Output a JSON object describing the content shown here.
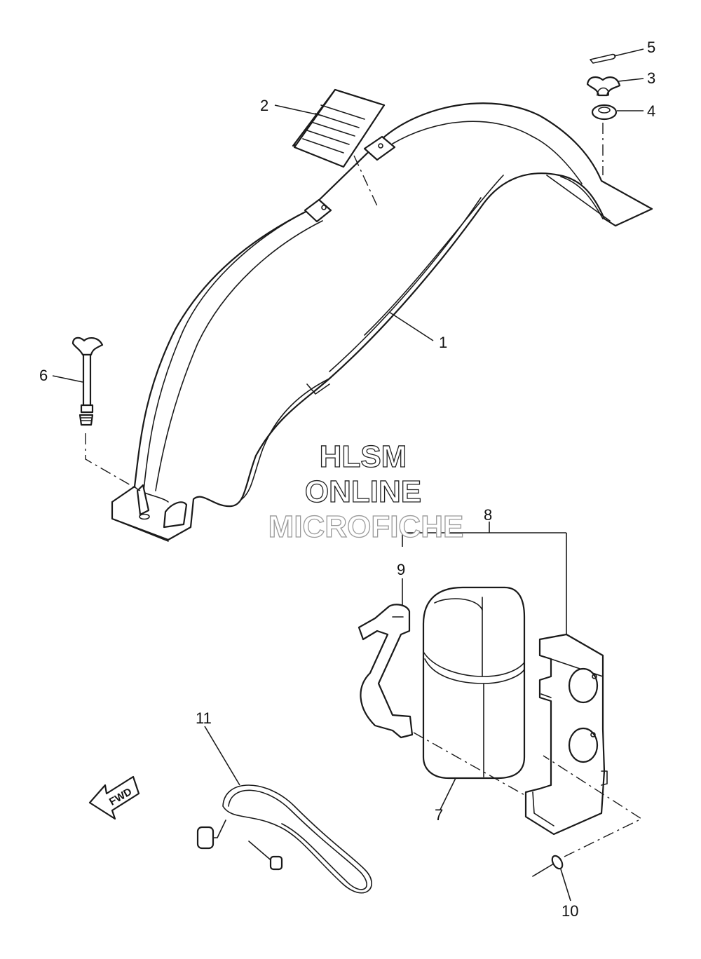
{
  "callouts": [
    {
      "id": "1",
      "label": "1"
    },
    {
      "id": "2",
      "label": "2"
    },
    {
      "id": "3",
      "label": "3"
    },
    {
      "id": "4",
      "label": "4"
    },
    {
      "id": "5",
      "label": "5"
    },
    {
      "id": "6",
      "label": "6"
    },
    {
      "id": "7",
      "label": "7"
    },
    {
      "id": "8",
      "label": "8"
    },
    {
      "id": "9",
      "label": "9"
    },
    {
      "id": "10",
      "label": "10"
    },
    {
      "id": "11",
      "label": "11"
    }
  ],
  "watermark": {
    "line1": "HLSM",
    "line2": "ONLINE",
    "line3": "MICROFICHE"
  },
  "fwd_arrow": {
    "label": "FWD",
    "icon": "fwd-arrow-icon"
  },
  "colors": {
    "line": "#1a1a1a",
    "background": "#ffffff",
    "watermark_faint": "#9a9a9a"
  }
}
